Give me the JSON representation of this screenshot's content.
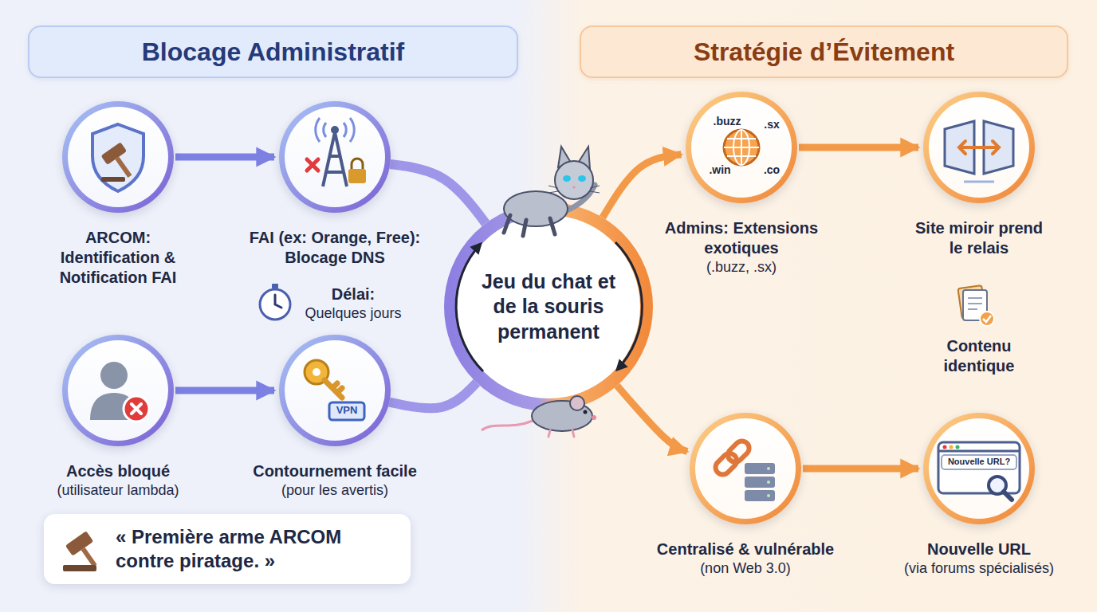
{
  "diagram": {
    "nodes": [
      {
        "text": [
          "Blocage Administratif"
        ]
      },
      {
        "text": [
          "Stratégie d’Évitement"
        ]
      },
      {
        "text": [
          "ARCOM: Identification & Notification FAI"
        ]
      },
      {
        "text": [
          "FAI (ex: Orange, Free): Blocage DNS"
        ]
      },
      {
        "text": [
          "Jeu du chat et de la souris permanent"
        ]
      },
      {
        "text": [
          "Admins: Extensions exotiques",
          "(.buzz, .sx)"
        ]
      },
      {
        "text": [
          "Site miroir prend le relais"
        ]
      },
      {
        "text": [
          "Accès bloqué",
          "(utilisateur lambda)"
        ]
      },
      {
        "text": [
          "Contournement facile",
          "(pour les avertis)"
        ]
      },
      {
        "text": [
          "Centralisé & vulnérable",
          "(non Web 3.0)"
        ]
      },
      {
        "text": [
          "Nouvelle URL",
          "(via forums spécialisés)"
        ]
      },
      {
        "text": [
          "« Première arme ARCOM contre piratage. »"
        ]
      }
    ],
    "edges": [
      {
        "from": 2,
        "to": 3,
        "arrow": "to"
      },
      {
        "from": 7,
        "to": 8,
        "arrow": "to"
      },
      {
        "from": 3,
        "to": 4,
        "arrow": "none"
      },
      {
        "from": 8,
        "to": 4,
        "arrow": "none"
      },
      {
        "from": 4,
        "to": 5,
        "arrow": "to"
      },
      {
        "from": 4,
        "to": 9,
        "arrow": "to"
      },
      {
        "from": 5,
        "to": 6,
        "arrow": "to"
      },
      {
        "from": 9,
        "to": 10,
        "arrow": "to"
      }
    ],
    "labels": [
      "Délai:",
      "Quelques jours",
      "Contenu identique",
      ".buzz",
      ".sx",
      ".win",
      ".co",
      "VPN",
      "Nouvelle URL?"
    ]
  }
}
